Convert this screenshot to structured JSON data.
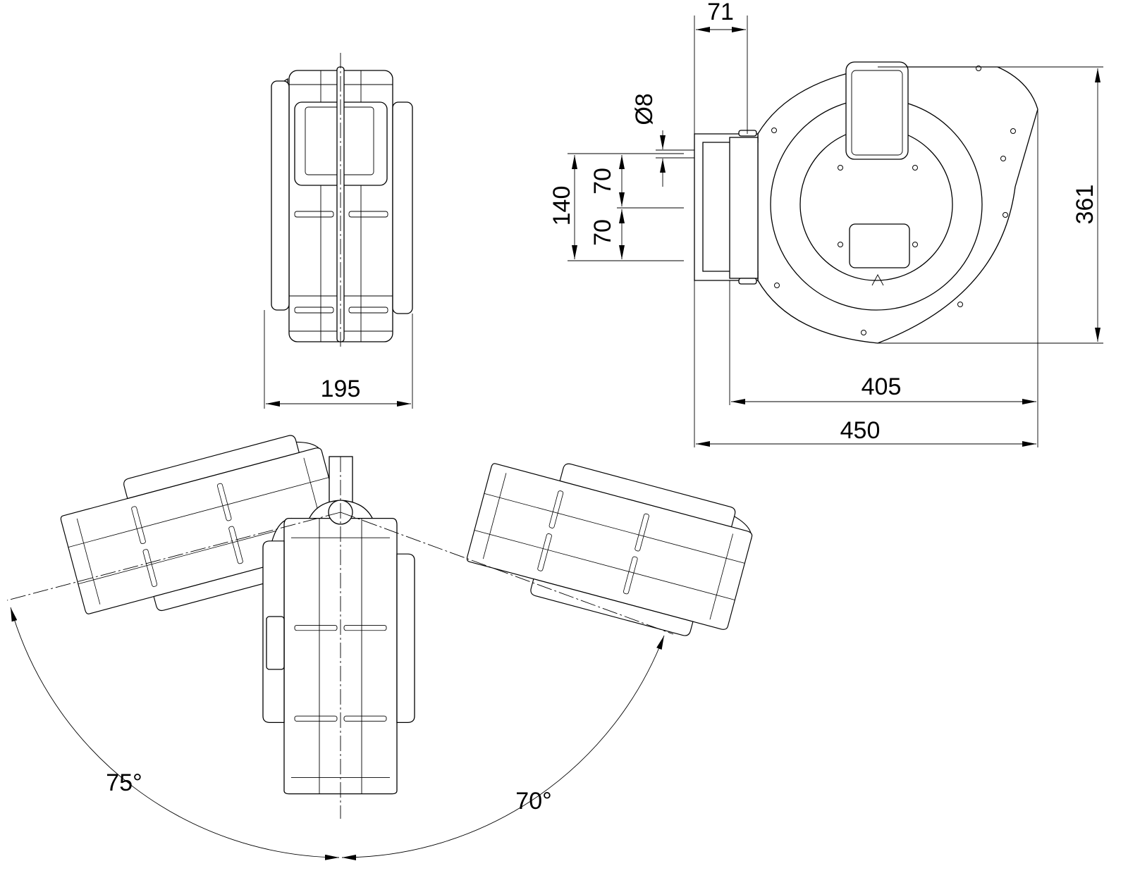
{
  "drawing": {
    "front_view": {
      "width_label": "195"
    },
    "side_view": {
      "bracket_depth_label": "71",
      "hole_diameter_label": "Ø8",
      "hole_spacing_total_label": "140",
      "hole_spacing_upper_label": "70",
      "hole_spacing_lower_label": "70",
      "height_label": "361",
      "body_length_label": "405",
      "total_length_label": "450"
    },
    "swivel_view": {
      "left_angle_label": "75°",
      "right_angle_label": "70°"
    }
  }
}
